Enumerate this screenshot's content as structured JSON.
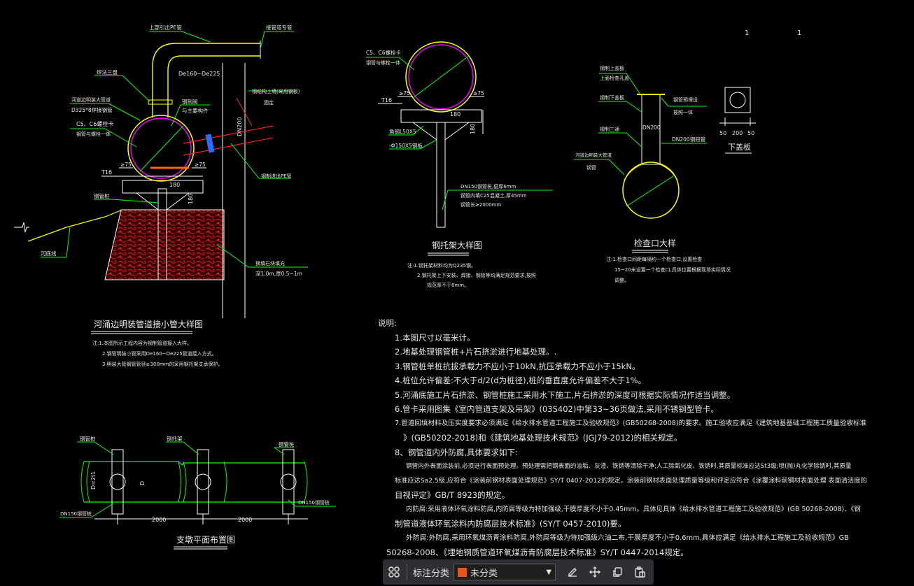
{
  "colors": {
    "yellow": "#ffff00",
    "green": "#00ff00",
    "magenta": "#ff00ff",
    "white": "#ffffff",
    "red": "#ff2020",
    "orange": "#ff6a00",
    "cyan": "#00ffff",
    "hatch": "#b01a1a",
    "accent": "#e8541c"
  },
  "page_marks": [
    "1",
    "1"
  ],
  "detail_a": {
    "title": "河涌边明装管道接小管大样图",
    "labels": {
      "pipe_top": "上部引出PE管",
      "pipe_right": "接管道专管",
      "weld_flange": "焊法兰盘",
      "sleeve": "河道边明装大管道",
      "sleeve2": "D325*8焊接钢管",
      "dn": "De160~De225",
      "wall_spec": "钢结构上墙(采用钢板)",
      "wall_spec2": "固定",
      "valve": "钢制阀",
      "valve2": "与主要构件",
      "cfg": "C5、C6螺栓卡",
      "cfg2": "钢管与螺栓一体",
      "dim_pipe": "DN200",
      "right_pipe": "钢制进出PE管",
      "ring": "T16",
      "ge75a": "≥75",
      "ge75b": "≥75",
      "w180": "180",
      "h180": "180",
      "pile": "钢管桩",
      "slope": "河底线",
      "fill": "换填石块填充",
      "fill2": "深1.0m,厚0.5~1m"
    },
    "notes": [
      "注:1.本图所示工程内容为钢制管道接入大样。",
      "2.钢管明装小管采用De160~De225管道接入方式。",
      "3.明装大管钢管管径≥300mm的采用钢托架支承保护。"
    ]
  },
  "detail_b": {
    "title": "钢托架大样图",
    "labels": {
      "cfg": "C5、C6螺栓卡",
      "cfg2": "钢管与螺栓一体",
      "ring": "T16",
      "ge75a": "≥75",
      "ge75b": "≥75",
      "w180": "180",
      "h180": "180",
      "angle": "角钢L50X5",
      "plate": "-Φ150X5钢板",
      "pipe_spec": "DN150钢管桩,壁厚6mm",
      "conc": "钢管内填C25混凝土,厚45mm",
      "len": "钢管长≥2000mm"
    },
    "notes": [
      "注:1.钢托架材料均为Q235钢。",
      "2.钢托架上下安装、焊接、钢管等均满足规范要求,按照",
      "规范厚不于6mm。"
    ]
  },
  "detail_c": {
    "title": "检查口大样",
    "labels": {
      "l1": "钢制上盖板",
      "l2": "上面检查孔盖",
      "l3": "钢制下盖板",
      "l4": "钢制三通",
      "l5": "河道边明装大管道",
      "l6": "钢管",
      "r1": "钢管预埋设",
      "r2": "按照一体",
      "dn200a": "DN200",
      "dn200b": "DN200钢短管"
    },
    "notes": [
      "注:1.检查口间距每隔约一个检查口,设置检查",
      "15~20米设置一个检查口,具体位置根据现场实际情况",
      "调整。"
    ]
  },
  "detail_d": {
    "title": "下盖板",
    "dims": [
      "50",
      "200",
      "50"
    ]
  },
  "detail_e": {
    "title": "支墩平面布置图",
    "labels": {
      "pile1": "钢管桩",
      "pile2": "钢托架",
      "pile3": "钢管桩",
      "dia": "D=2t1",
      "d": "D",
      "left_pipe": "DN150钢管桩",
      "right_pipe": "DN150钢管桩",
      "span1": "2000",
      "span2": "2000"
    }
  },
  "notes_block": {
    "heading": "说明:",
    "items": [
      "1.本图尺寸以毫米计。",
      "2.地基处理钢管桩+片石挤淤进行地基处理。.",
      "3.钢管桩单桩抗拔承载力不应小于10kN,抗压承载力不应小于15kN。",
      "4.桩位允许偏差:不大于d/2(d为桩径),桩的垂直度允许偏差不大于1%。",
      "5.河涌底施工片石挤淤、钢管桩施工采用水下施工,片石挤淤的深度可根据实际情况作适当调整。",
      "6.管卡采用图集《室内管道支架及吊架》(03S402)中第33~36页做法,采用不锈钢型管卡。",
      "7.管道回填材料及压实度要求必须满足《给水排水管道工程施工及验收规范》(GB50268-2008)的要求。施工验收应满足《建筑地基基础工程施工质量验收标准",
      "》(GB50202-2018)和《建筑地基处理技术规范》(JGJ79-2012)的相关规定。",
      "8、钢管道内外防腐,具体要求如下:",
      "钢管内外表面涂装前,必须进行表面预处理。预处理需把钢表面的油垢、灰渣、铁锈等清除干净;人工除氧化皮、铁锈时,其质量标准应达St3级;喷(抛)丸化学除锈时,其质量",
      "标准应达Sa2.5级,应符合《涂装前钢材表面处理规范》SY/T 0407-2012的规定。涂装前钢材表面处理质量等级和评定应符合《涂覆涂料前钢材表面处理 表面清洁度的",
      "目视评定》GB/T 8923的规定。",
      "内防腐:采用液体环氧涂料防腐,内防腐等级为特加强级,干膜厚度不小于0.45mm。具体见具体《给水排水管道工程施工及验收规范》(GB 50268-2008)、《钢",
      "制管道液体环氧涂料内防腐层技术标准》(SY/T 0457-2010)要。",
      "外防腐:外防腐,采用环氧煤沥青涂料防腐,外防腐等级为特加强级六油二布,干膜厚度不小于0.6mm,具体应满足《给水排水工程施工及验收规范》GB",
      "50268-2008、《埋地钢质管道环氧煤沥青防腐层技术标准》SY/T 0447-2014规定。"
    ]
  },
  "toolbar": {
    "group_icon": "grid-icon",
    "label": "标注分类",
    "select_value": "未分类",
    "select_color": "#e8541c",
    "tools": [
      "edit-icon",
      "move-icon",
      "copy-icon",
      "paste-icon"
    ]
  }
}
